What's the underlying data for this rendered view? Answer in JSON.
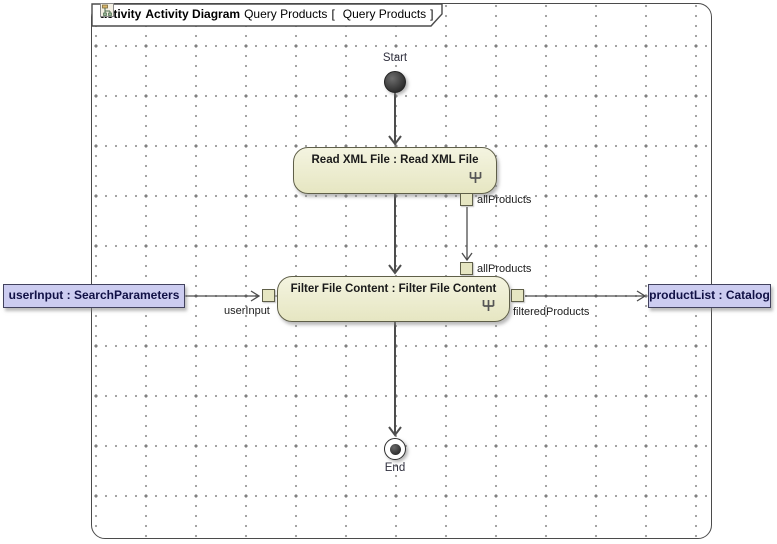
{
  "frame": {
    "kind_label": "activity",
    "type_label": "Activity Diagram",
    "name_label": "Query Products",
    "open_bracket": "[",
    "ref_label": "Query Products",
    "close_bracket": "]"
  },
  "nodes": {
    "start": {
      "label": "Start"
    },
    "end": {
      "label": "End"
    },
    "read_action": {
      "name": "Read XML File : Read XML File"
    },
    "filter_action": {
      "name": "Filter File Content : Filter File Content"
    },
    "param_user_input": {
      "name": "userInput : SearchParameters"
    },
    "param_product_list": {
      "name": "productList : Catalog"
    }
  },
  "pin_labels": {
    "read_out": "allProducts",
    "filter_in_top": "allProducts",
    "filter_in_left": "userInput",
    "filter_out_right": "filteredProducts"
  },
  "icons": {
    "rake": "call-behavior-rake",
    "title_diagram": "activity-diagram"
  },
  "colors": {
    "action_fill": "#e9e9c9",
    "action_border": "#5f5f49",
    "param_fill": "#ccccf0",
    "param_border": "#42425e",
    "param_text": "#101045",
    "edge": "#4d4d4d",
    "frame_border": "#4b4b4b",
    "grid_dot": "#9a9a9a"
  }
}
